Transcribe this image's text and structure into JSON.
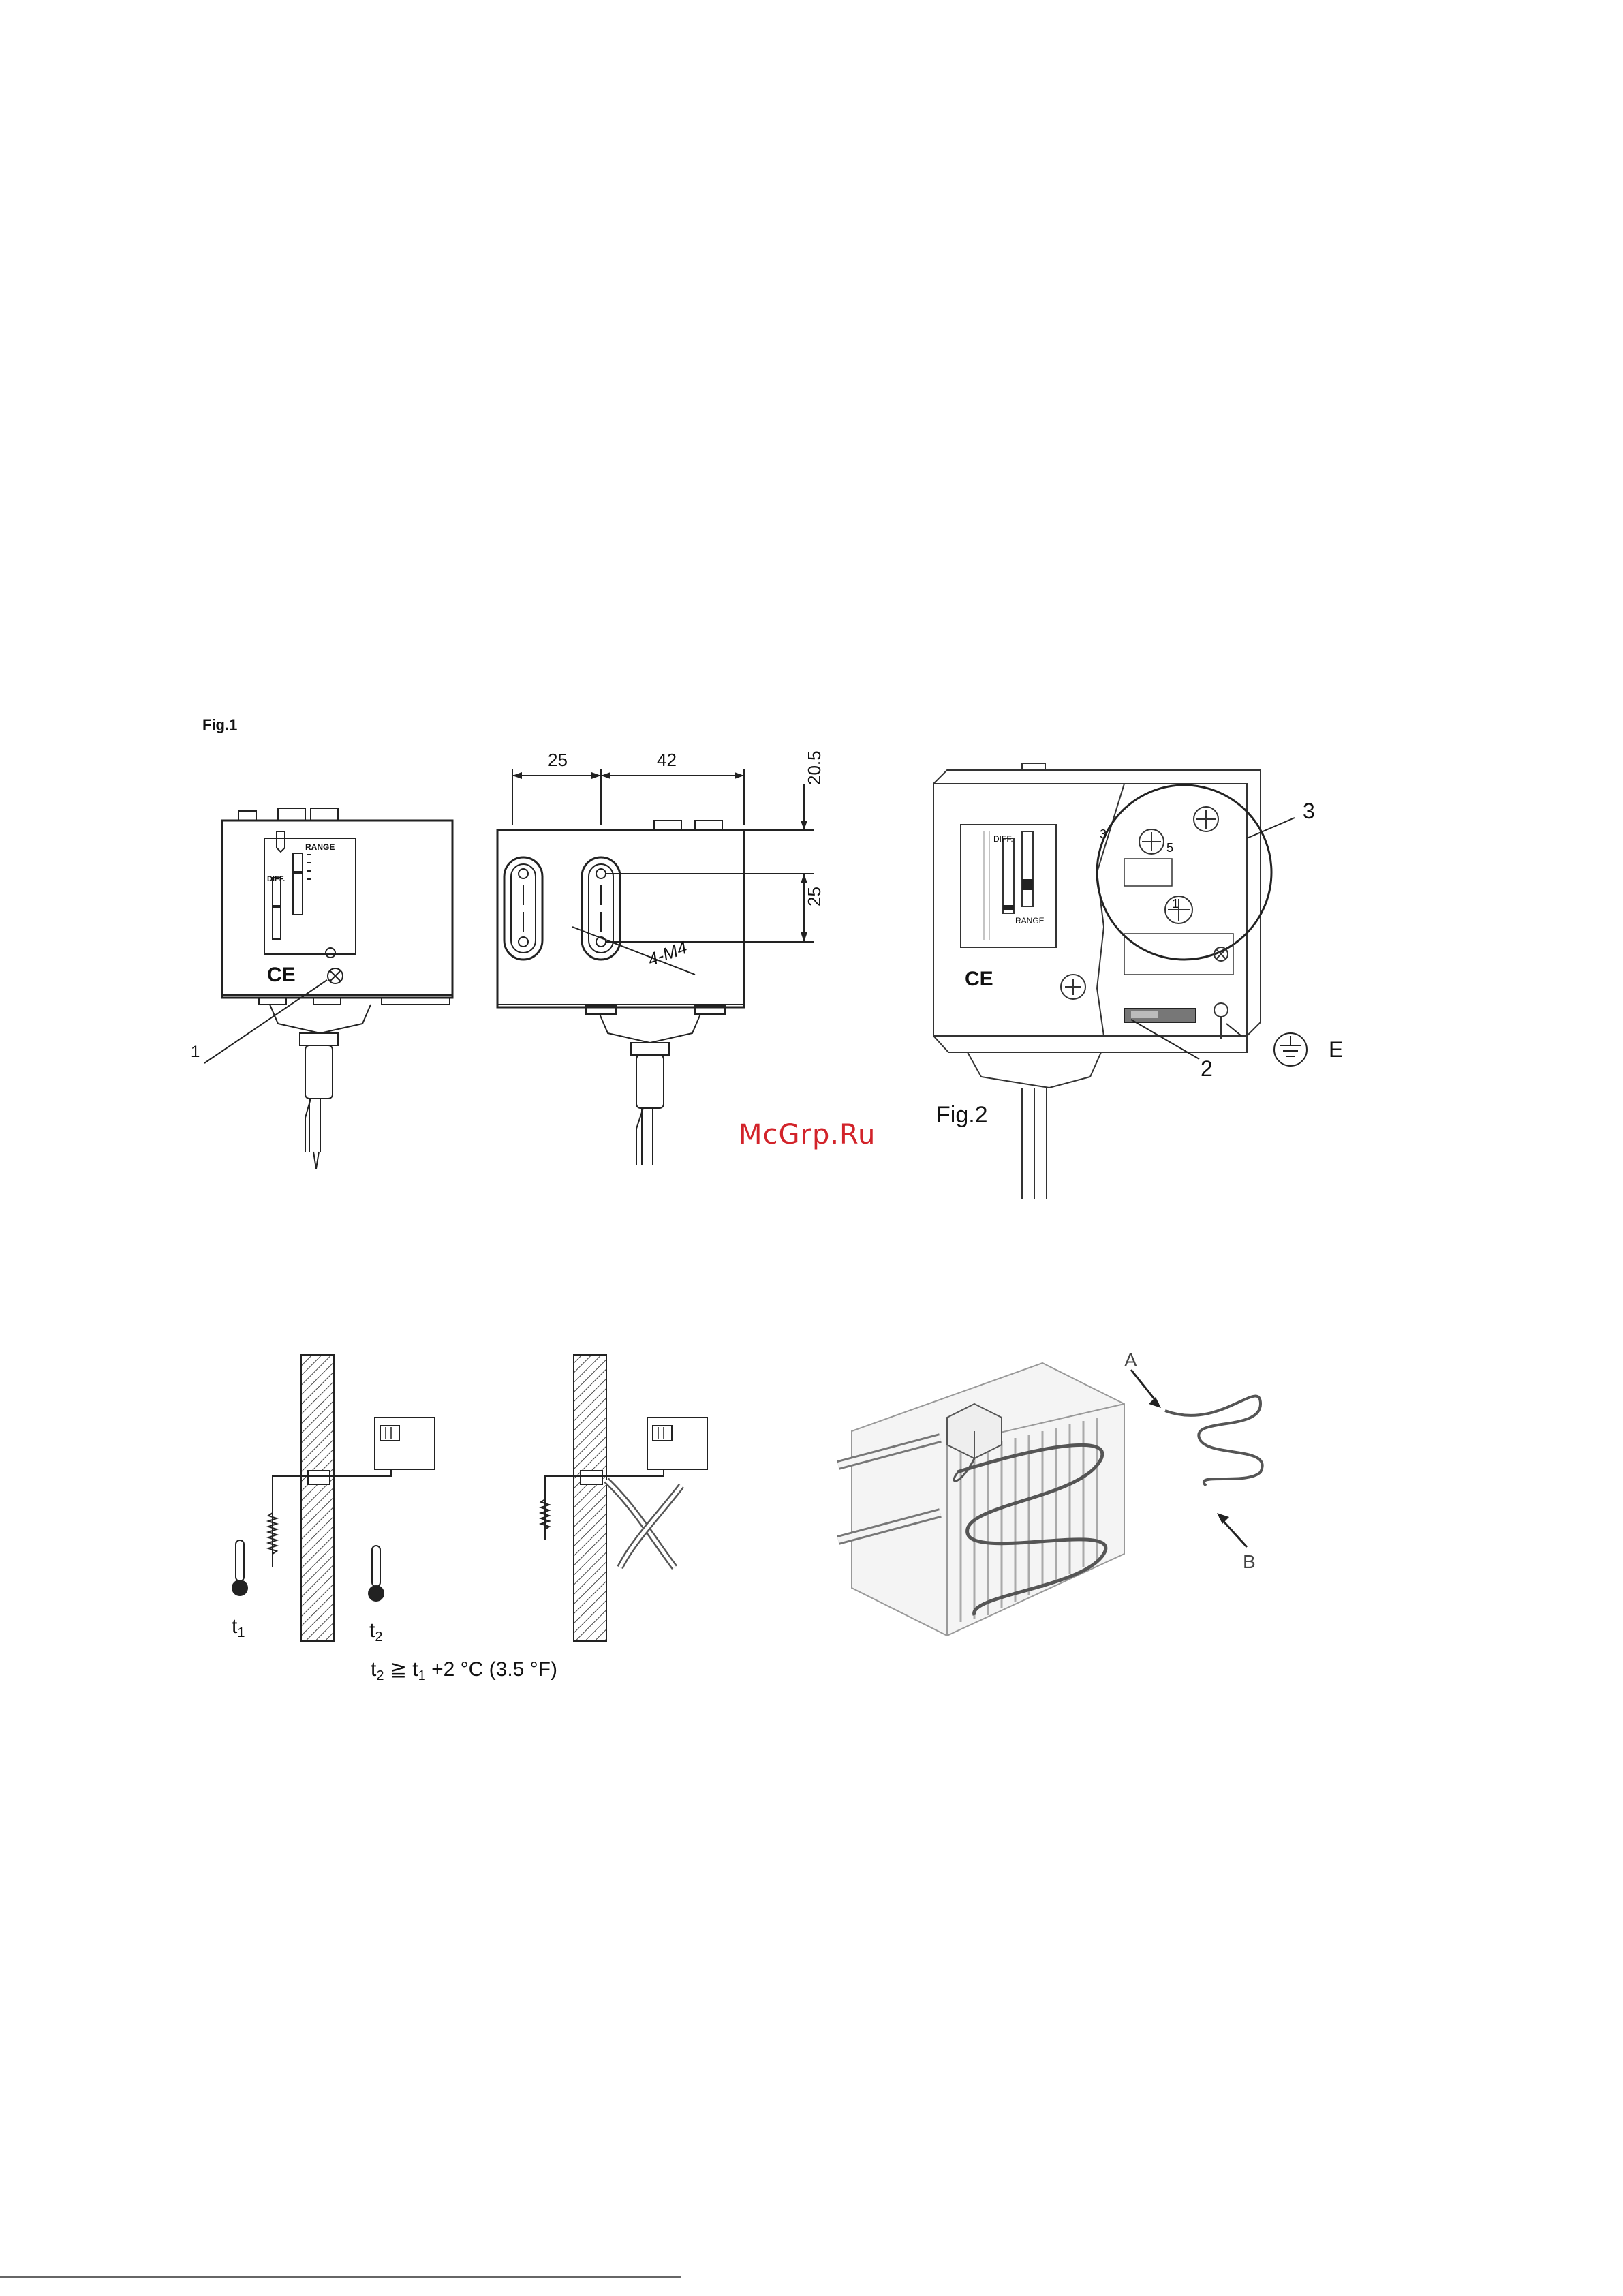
{
  "fig1": {
    "caption": "Fig.1",
    "front_view": {
      "range_label": "RANGE",
      "diff_label": "DIFF.",
      "ce_mark": "CE",
      "callout_number": "1"
    },
    "side_view": {
      "dim_top_left": "25",
      "dim_top_right": "42",
      "dim_right_upper": "20.5",
      "dim_right_lower": "25",
      "thread_label": "4-M4"
    }
  },
  "fig2": {
    "caption": "Fig.2",
    "callout_3": "3",
    "callout_2": "2",
    "earth_label": "E",
    "terminal_3": "3",
    "terminal_5": "5",
    "terminal_1": "1",
    "diff_label": "DIFF.",
    "range_label": "RANGE",
    "ce_mark": "CE"
  },
  "watermark": "McGrp.Ru",
  "fig3": {
    "t1": "t",
    "t1_sub": "1",
    "t2": "t",
    "t2_sub": "2",
    "formula_lhs": "t",
    "formula_lhs_sub": "2",
    "formula_op": "≧",
    "formula_rhs": "t",
    "formula_rhs_sub": "1",
    "formula_tail": "+2 °C (3.5 °F)"
  },
  "fig4": {
    "label_a": "A",
    "label_b": "B"
  }
}
